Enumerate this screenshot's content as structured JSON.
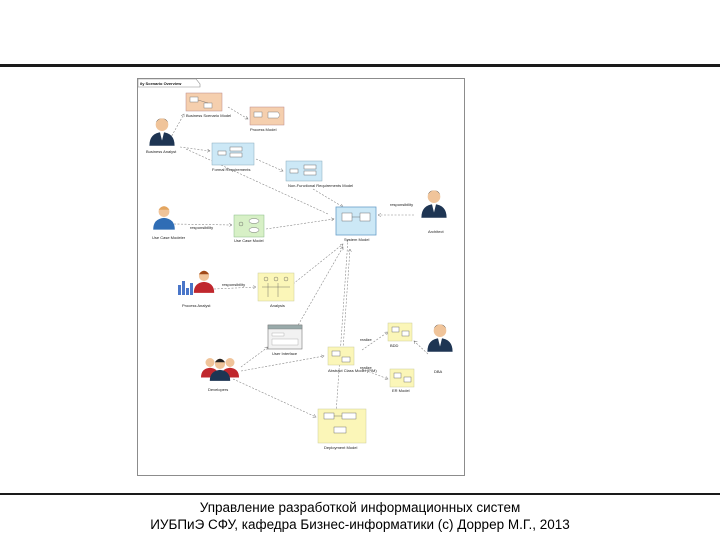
{
  "diagram": {
    "frame_title": "ily Scenario Overview",
    "actors": {
      "business_analyst": "Business Analyst",
      "use_case_modeler": "Use Case Modeler",
      "process_analyst": "Process Analyst",
      "architect": "Architect",
      "developers": "Developers",
      "dba": "DBA"
    },
    "models": {
      "business_scenario": "Business Scenario Model",
      "process_model": "Process Model",
      "formal_requirements": "Formal Requirements",
      "non_functional": "Non-Functional Requirements Model",
      "use_case_model": "Use Case Model",
      "system_model": "System Model",
      "analysis": "Analysis",
      "user_interface": "User Interface",
      "abstract_class_model": "Abstract Class Model (PIM)",
      "bdd": "BDD",
      "er_model": "ER Model",
      "deployment_model": "Deployment Model"
    },
    "relations": {
      "responsibility_1": "responsibility",
      "responsibility_2": "responsibility",
      "responsibility_3": "responsibility",
      "realize_1": "realize",
      "realize_2": "realize"
    }
  },
  "footer": {
    "line1": "Управление разработкой информационных систем",
    "line2": "ИУБПиЭ СФУ, кафедра Бизнес-информатики (с) Доррер М.Г., 2013"
  }
}
